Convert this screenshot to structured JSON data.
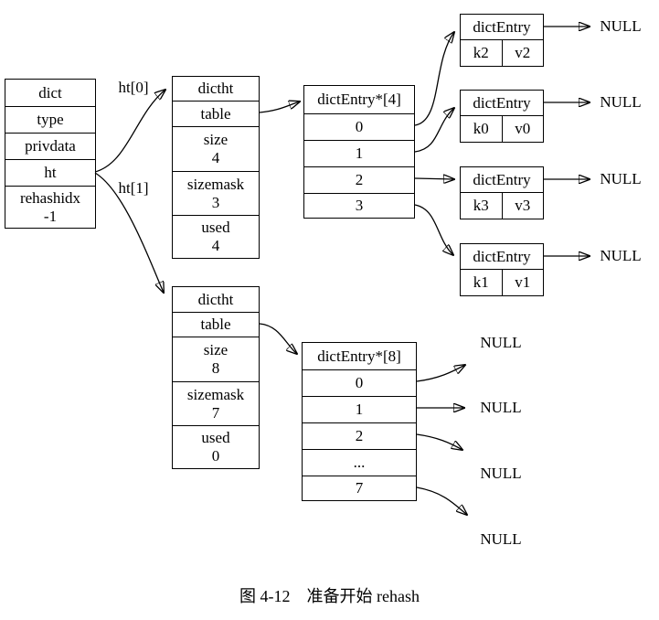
{
  "dict_box": {
    "title": "dict",
    "fields": [
      {
        "label": "type"
      },
      {
        "label": "privdata"
      },
      {
        "label": "ht"
      },
      {
        "label": "rehashidx",
        "value": "-1"
      }
    ]
  },
  "pointer_labels": {
    "ht0": "ht[0]",
    "ht1": "ht[1]"
  },
  "dictht_tables": [
    {
      "title": "dictht",
      "fields": [
        {
          "label": "table"
        },
        {
          "label": "size",
          "value": "4"
        },
        {
          "label": "sizemask",
          "value": "3"
        },
        {
          "label": "used",
          "value": "4"
        }
      ]
    },
    {
      "title": "dictht",
      "fields": [
        {
          "label": "table"
        },
        {
          "label": "size",
          "value": "8"
        },
        {
          "label": "sizemask",
          "value": "7"
        },
        {
          "label": "used",
          "value": "0"
        }
      ]
    }
  ],
  "bucket_arrays": [
    {
      "title": "dictEntry*[4]",
      "slots": [
        "0",
        "1",
        "2",
        "3"
      ]
    },
    {
      "title": "dictEntry*[8]",
      "slots": [
        "0",
        "1",
        "2",
        "...",
        "7"
      ]
    }
  ],
  "entries": [
    {
      "title": "dictEntry",
      "key": "k2",
      "value": "v2",
      "next": "NULL"
    },
    {
      "title": "dictEntry",
      "key": "k0",
      "value": "v0",
      "next": "NULL"
    },
    {
      "title": "dictEntry",
      "key": "k3",
      "value": "v3",
      "next": "NULL"
    },
    {
      "title": "dictEntry",
      "key": "k1",
      "value": "v1",
      "next": "NULL"
    }
  ],
  "empty_slots": {
    "nulls": [
      "NULL",
      "NULL",
      "NULL",
      "NULL"
    ]
  },
  "caption": "图 4-12　准备开始 rehash",
  "colors": {
    "line": "#000000",
    "background": "#ffffff"
  }
}
